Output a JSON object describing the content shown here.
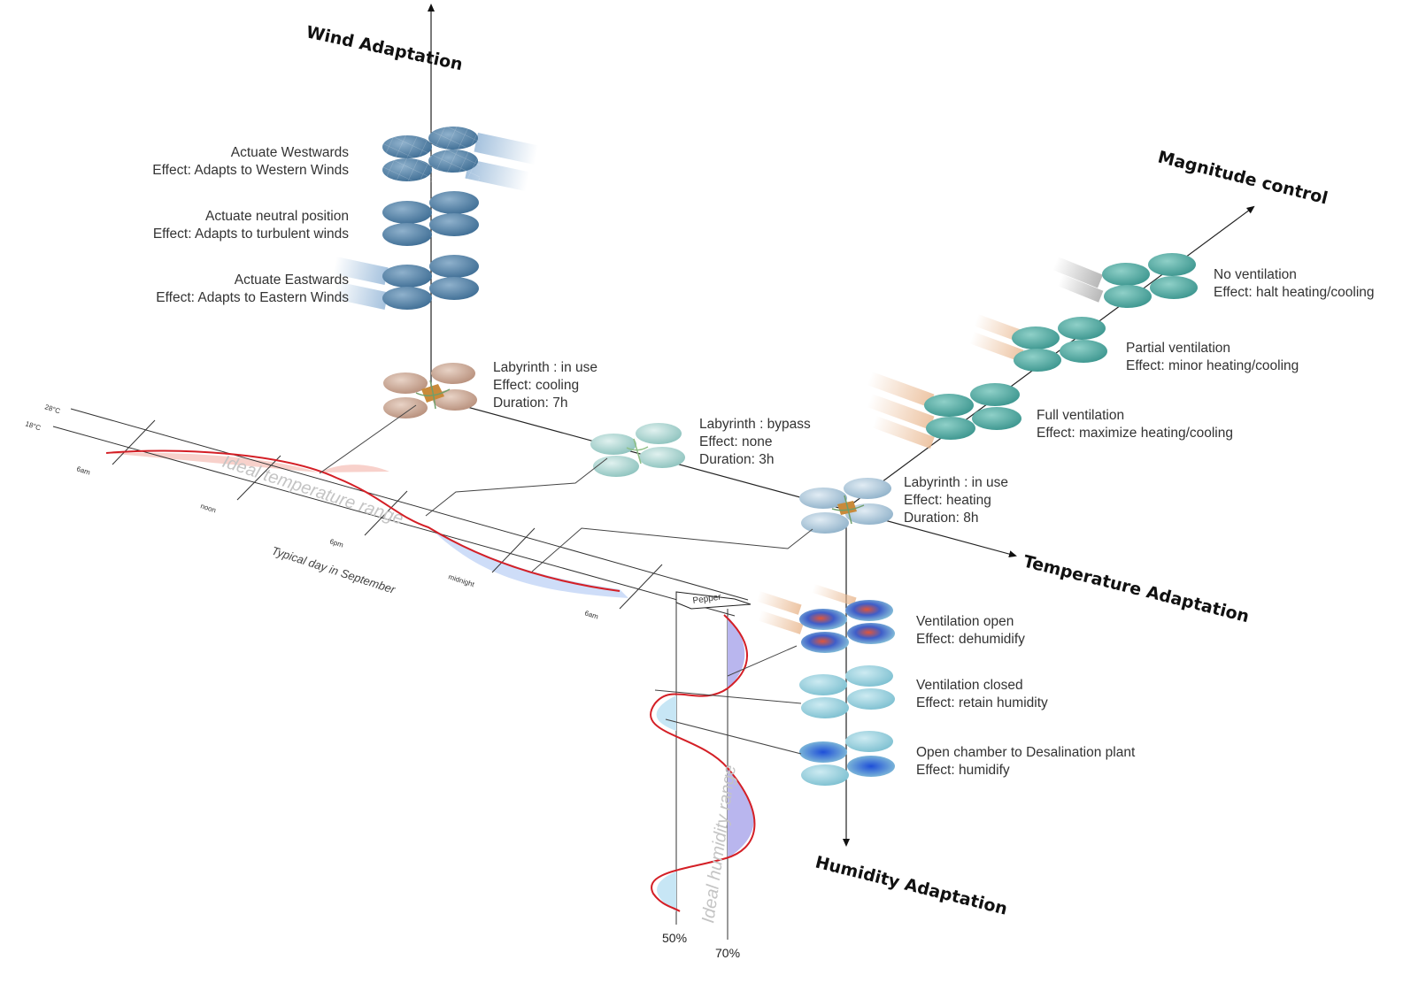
{
  "axes": {
    "wind": "Wind Adaptation",
    "magnitude": "Magnitude control",
    "temperature": "Temperature Adaptation",
    "humidity": "Humidity Adaptation"
  },
  "wind_states": [
    {
      "action": "Actuate Westwards",
      "effect": "Effect: Adapts to Western Winds"
    },
    {
      "action": "Actuate neutral position",
      "effect": "Effect: Adapts to turbulent winds"
    },
    {
      "action": "Actuate Eastwards",
      "effect": "Effect: Adapts to Eastern Winds"
    }
  ],
  "labyrinth_states": [
    {
      "name": "Labyrinth : in use",
      "effect": "Effect: cooling",
      "duration": "Duration: 7h"
    },
    {
      "name": "Labyrinth : bypass",
      "effect": "Effect: none",
      "duration": "Duration: 3h"
    },
    {
      "name": "Labyrinth : in use",
      "effect": "Effect: heating",
      "duration": "Duration: 8h"
    }
  ],
  "magnitude_states": [
    {
      "name": "No ventilation",
      "effect": "Effect: halt heating/cooling"
    },
    {
      "name": "Partial ventilation",
      "effect": "Effect: minor heating/cooling"
    },
    {
      "name": "Full ventilation",
      "effect": "Effect: maximize heating/cooling"
    }
  ],
  "humidity_states": [
    {
      "name": "Ventilation open",
      "effect": "Effect: dehumidify"
    },
    {
      "name": "Ventilation closed",
      "effect": "Effect: retain humidity"
    },
    {
      "name": "Open chamber to Desalination plant",
      "effect": "Effect: humidify"
    }
  ],
  "temperature_chart": {
    "limits": [
      "28°C",
      "18°C"
    ],
    "ticks": [
      "6am",
      "noon",
      "6pm",
      "midnight",
      "6am"
    ],
    "range_label": "Ideal temperature range",
    "caption": "Typical day in September",
    "crop": "Pepper"
  },
  "humidity_chart": {
    "range_label": "Ideal humidity range",
    "limits": [
      "50%",
      "70%"
    ]
  },
  "colors": {
    "curve": "#d41f26",
    "above_range": "#f7c9c2",
    "below_range": "#c9d9f7",
    "above_humidity": "#b9b6ee",
    "below_humidity": "#c7e6f5",
    "wind_module": "#4f7fa6",
    "magnitude_module": "#4aa6a0",
    "labyrinth_cool": "#c9a592",
    "labyrinth_core": "#c98a3a"
  }
}
